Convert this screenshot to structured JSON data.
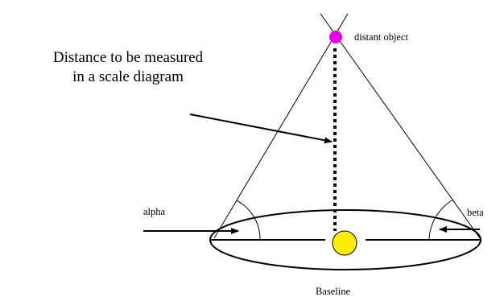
{
  "diagram": {
    "title_line1": "Distance to be measured",
    "title_line2": "in a scale diagram",
    "object_label": "distant object",
    "alpha_label": "alpha",
    "beta_label": "beta",
    "baseline_label": "Baseline",
    "colors": {
      "object": "#e800e8",
      "sun": "#ffee00",
      "lines": "#000000",
      "background": "#ffffff"
    }
  }
}
